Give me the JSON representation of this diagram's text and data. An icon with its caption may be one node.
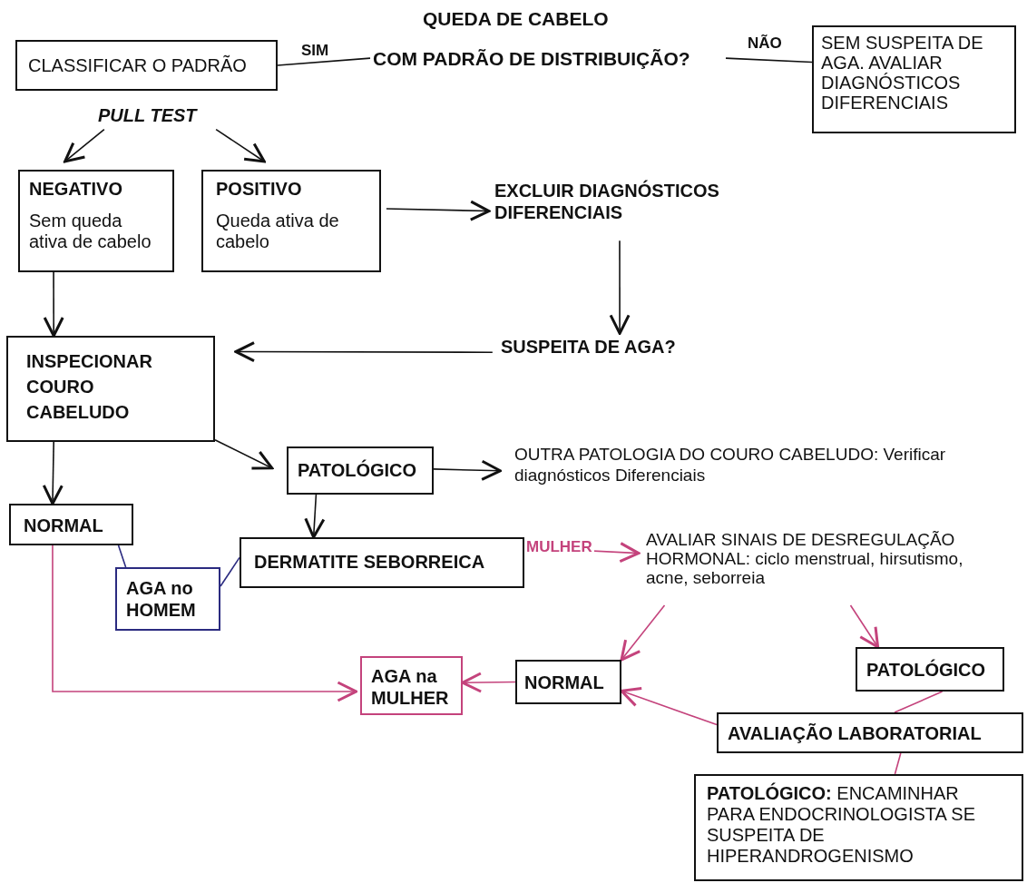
{
  "diagram": {
    "nodes": [
      {
        "text": [
          "QUEDA DE CABELO",
          "COM PADRÃO DE DISTRIBUIÇÃO?"
        ]
      },
      {
        "text": [
          "CLASSIFICAR O PADRÃO"
        ]
      },
      {
        "text": [
          "SEM SUSPEITA DE AGA. AVALIAR DIAGNÓSTICOS DIFERENCIAIS"
        ]
      },
      {
        "text": [
          "PULL TEST"
        ]
      },
      {
        "text": [
          "NEGATIVO",
          "Sem queda ativa de cabelo"
        ]
      },
      {
        "text": [
          "POSITIVO",
          "Queda ativa de cabelo"
        ]
      },
      {
        "text": [
          "EXCLUIR DIAGNÓSTICOS DIFERENCIAIS"
        ]
      },
      {
        "text": [
          "SUSPEITA DE AGA?"
        ]
      },
      {
        "text": [
          "INSPECIONAR COURO CABELUDO"
        ]
      },
      {
        "text": [
          "PATOLÓGICO"
        ]
      },
      {
        "text": [
          "OUTRA PATOLOGIA DO COURO CABELUDO: Verificar diagnósticos Diferenciais"
        ]
      },
      {
        "text": [
          "NORMAL"
        ]
      },
      {
        "text": [
          "DERMATITE SEBORREICA"
        ]
      },
      {
        "text": [
          "AGA no HOMEM"
        ]
      },
      {
        "text": [
          "AVALIAR SINAIS DE DESREGULAÇÃO HORMONAL: ciclo menstrual, hirsutismo, acne, seborreia"
        ]
      },
      {
        "text": [
          "AGA na MULHER"
        ]
      },
      {
        "text": [
          "NORMAL"
        ]
      },
      {
        "text": [
          "PATOLÓGICO"
        ]
      },
      {
        "text": [
          "AVALIAÇÃO LABORATORIAL"
        ]
      },
      {
        "text": [
          "**PATOLÓGICO:** ENCAMINHAR PARA ENDOCRINOLOGISTA SE SUSPEITA DE HIPERANDROGENISMO"
        ]
      }
    ],
    "edges": [
      {
        "from": 0,
        "to": 1,
        "arrow": "none",
        "label": "SIM"
      },
      {
        "from": 0,
        "to": 2,
        "arrow": "none",
        "label": "NÃO"
      },
      {
        "from": 3,
        "to": 4,
        "arrow": "to"
      },
      {
        "from": 3,
        "to": 5,
        "arrow": "to"
      },
      {
        "from": 5,
        "to": 6,
        "arrow": "to"
      },
      {
        "from": 6,
        "to": 7,
        "arrow": "to"
      },
      {
        "from": 7,
        "to": 8,
        "arrow": "to"
      },
      {
        "from": 4,
        "to": 8,
        "arrow": "to"
      },
      {
        "from": 8,
        "to": 9,
        "arrow": "to"
      },
      {
        "from": 9,
        "to": 10,
        "arrow": "to"
      },
      {
        "from": 8,
        "to": 11,
        "arrow": "to"
      },
      {
        "from": 9,
        "to": 12,
        "arrow": "to"
      },
      {
        "from": 11,
        "to": 13,
        "arrow": "none",
        "color": "#2b2b80"
      },
      {
        "from": 12,
        "to": 13,
        "arrow": "none",
        "color": "#2b2b80"
      },
      {
        "from": 12,
        "to": 14,
        "arrow": "to",
        "label": "MULHER",
        "color": "#c4437c"
      },
      {
        "from": 11,
        "to": 15,
        "arrow": "to",
        "color": "#c4437c"
      },
      {
        "from": 14,
        "to": 16,
        "arrow": "to",
        "color": "#c4437c"
      },
      {
        "from": 14,
        "to": 17,
        "arrow": "to",
        "color": "#c4437c"
      },
      {
        "from": 16,
        "to": 15,
        "arrow": "to",
        "color": "#c4437c"
      },
      {
        "from": 17,
        "to": 18,
        "arrow": "none",
        "color": "#c4437c"
      },
      {
        "from": 18,
        "to": 16,
        "arrow": "to",
        "color": "#c4437c"
      },
      {
        "from": 18,
        "to": 19,
        "arrow": "none",
        "color": "#c4437c"
      }
    ]
  }
}
